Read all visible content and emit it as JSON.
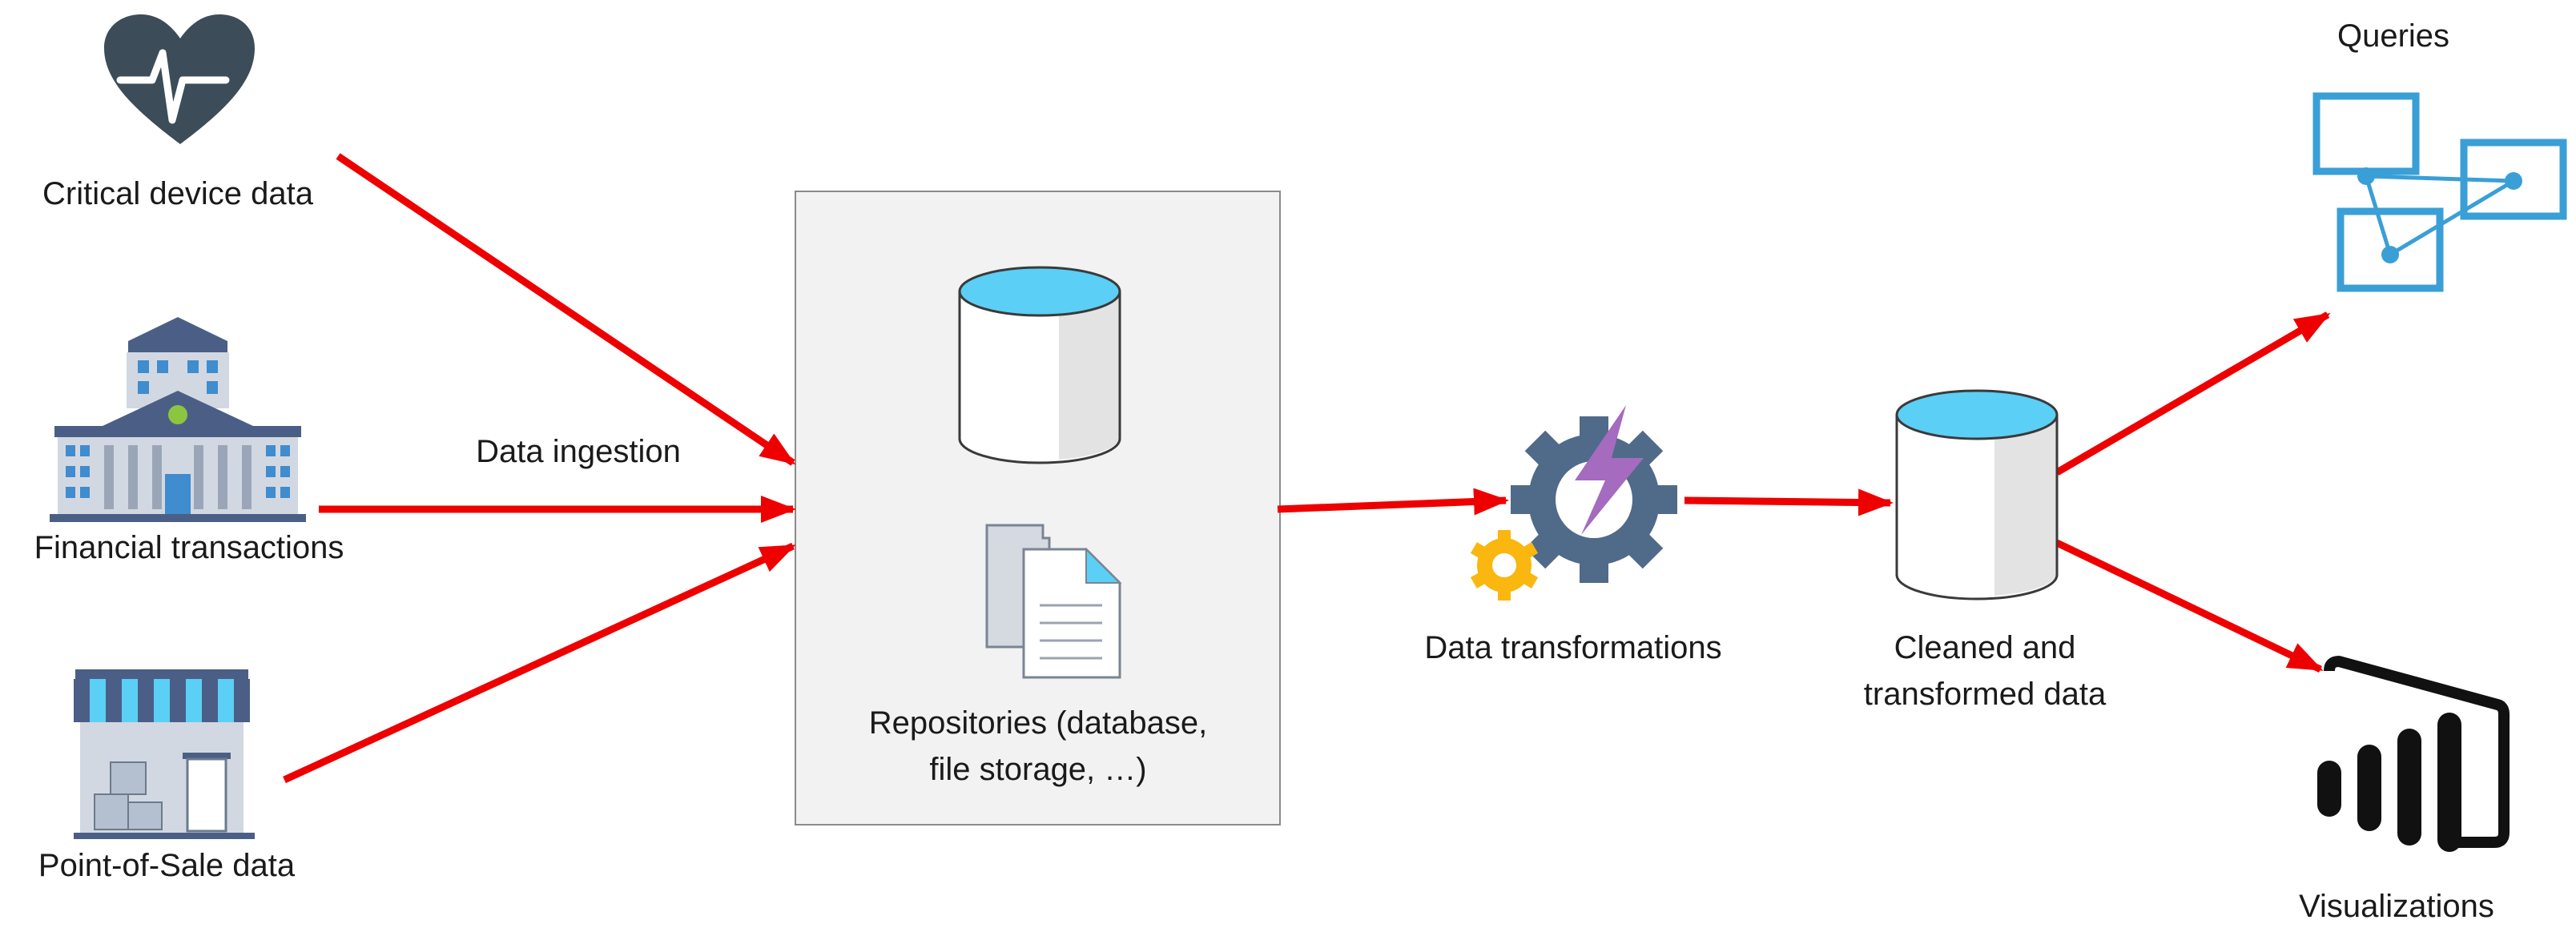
{
  "sources": [
    {
      "label": "Critical device data",
      "icon": "heart-pulse-icon"
    },
    {
      "label": "Financial transactions",
      "icon": "bank-building-icon"
    },
    {
      "label": "Point-of-Sale data",
      "icon": "store-front-icon"
    }
  ],
  "ingestion": {
    "label": "Data ingestion"
  },
  "repository": {
    "label_line1": "Repositories (database,",
    "label_line2": "file storage, …)",
    "icons": [
      "database-icon",
      "documents-icon"
    ]
  },
  "transformations": {
    "label": "Data transformations",
    "icon": "gear-lightning-icon"
  },
  "cleaned": {
    "label_line1": "Cleaned and",
    "label_line2": "transformed data",
    "icon": "database-icon"
  },
  "outputs": [
    {
      "label": "Queries",
      "icon": "query-nodes-icon"
    },
    {
      "label": "Visualizations",
      "icon": "power-bi-icon"
    }
  ],
  "colors": {
    "arrow": "#ee0000",
    "db_top": "#5bcff5",
    "box_bg": "#f2f2f2",
    "dark_icon": "#3c4c59",
    "query_blue": "#3a9fd6",
    "gear": "#506a8a",
    "bolt": "#a46bbf",
    "small_gear": "#f9b70f"
  }
}
